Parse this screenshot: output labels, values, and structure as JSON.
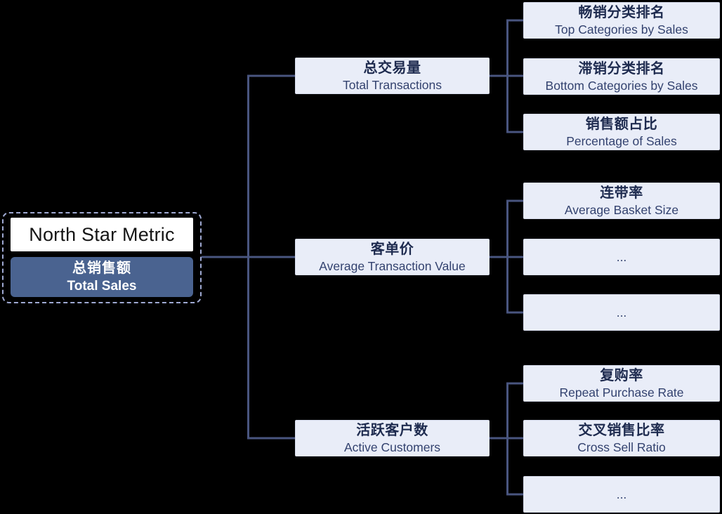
{
  "root": {
    "title": "North Star Metric",
    "metric_zh": "总销售额",
    "metric_en": "Total Sales"
  },
  "branches": [
    {
      "line1": "总交易量",
      "line2": "Total Transactions",
      "children": [
        {
          "line1": "畅销分类排名",
          "line2": "Top Categories by Sales"
        },
        {
          "line1": "滞销分类排名",
          "line2": "Bottom Categories by Sales"
        },
        {
          "line1": "销售额占比",
          "line2": "Percentage of Sales"
        }
      ]
    },
    {
      "line1": "客单价",
      "line2": "Average Transaction Value",
      "children": [
        {
          "line1": "连带率",
          "line2": "Average Basket Size"
        },
        {
          "line1": "",
          "line2": "..."
        },
        {
          "line1": "",
          "line2": "..."
        }
      ]
    },
    {
      "line1": "活跃客户数",
      "line2": "Active Customers",
      "children": [
        {
          "line1": "复购率",
          "line2": "Repeat Purchase Rate"
        },
        {
          "line1": "交叉销售比率",
          "line2": "Cross Sell Ratio"
        },
        {
          "line1": "",
          "line2": "..."
        }
      ]
    }
  ],
  "colors": {
    "background": "#000000",
    "node_fill": "#E9EDF8",
    "node_border": "#D6DBEC",
    "node_text_zh": "#1E2B4F",
    "node_text_en": "#33426F",
    "root_metric_fill": "#4A6390",
    "root_title_text": "#151515",
    "connector": "#49557F",
    "dashed_border": "#9FA9D2"
  }
}
